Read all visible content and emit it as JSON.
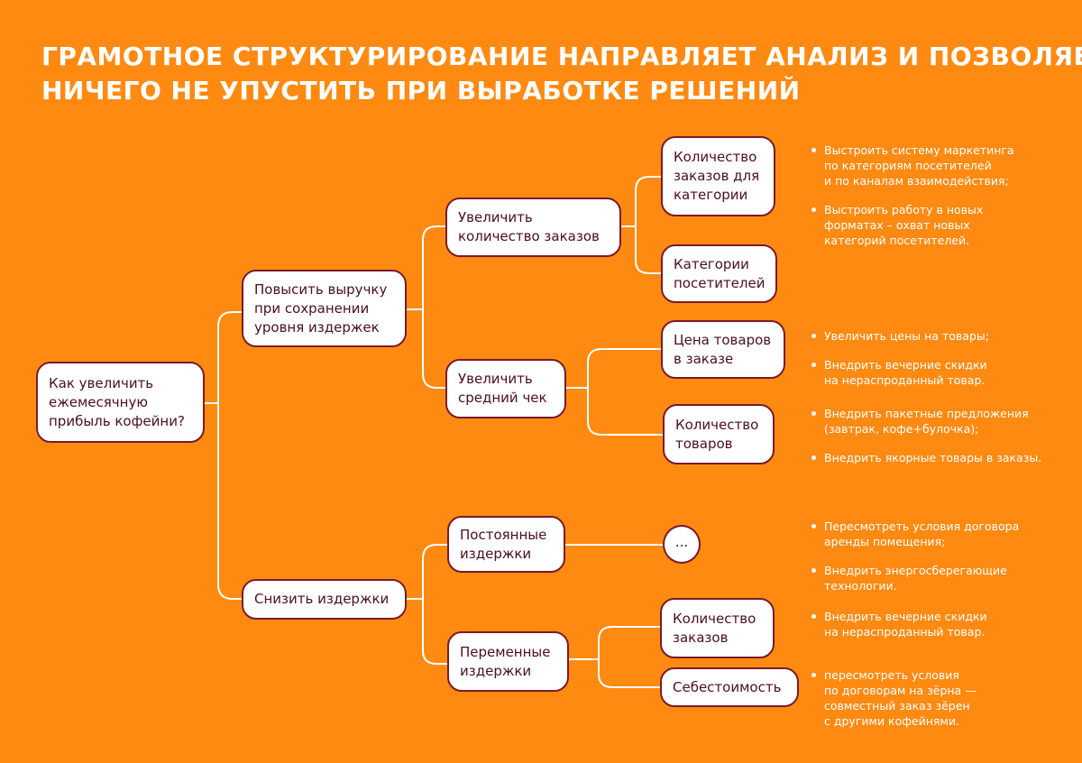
{
  "title": {
    "line1": "ГРАМОТНОЕ СТРУКТУРИРОВАНИЕ НАПРАВЛЯЕТ АНАЛИЗ И ПОЗВОЛЯЕТ",
    "line2": "НИЧЕГО НЕ УПУСТИТЬ ПРИ ВЫРАБОТКЕ РЕШЕНИЙ"
  },
  "nodes": {
    "root": "Как увеличить\nежемесячную\nприбыль кофейни?",
    "revenue": "Повысить выручку\nпри сохранении\nуровня издержек",
    "costs": "Снизить издержки",
    "orders_count": "Увеличить\nколичество заказов",
    "avg_check": "Увеличить\nсредний чек",
    "fixed_costs": "Постоянные\nиздержки",
    "variable_costs": "Переменные\nиздержки",
    "orders_per_category": "Количество\nзаказов для\nкатегории",
    "visitor_categories": "Категории\nпосетителей",
    "item_price": "Цена товаров\nв заказе",
    "items_count": "Количество\nтоваров",
    "fixed_more": "...",
    "var_orders_count": "Количество\nзаказов",
    "cost_price": "Себестоимость"
  },
  "notes": {
    "orders_per_category": [
      "Выстроить систему маркетинга\nпо категориям посетителей\nи по каналам взаимодействия;",
      "Выстроить работу в новых\nформатах – охват новых\nкатегорий посетителей."
    ],
    "item_price": [
      "Увеличить цены на товары;",
      "Внедрить вечерние скидки\nна нераспроданный товар."
    ],
    "items_count": [
      "Внедрить пакетные предложения\n(завтрак, кофе+булочка);",
      "Внедрить якорные товары в заказы."
    ],
    "fixed_costs": [
      "Пересмотреть условия договора\nаренды помещения;",
      "Внедрить энергосберегающие\nтехнологии."
    ],
    "var_orders_count": [
      "Внедрить вечерние скидки\nна нераспроданный товар."
    ],
    "cost_price": [
      "пересмотреть условия\nпо договорам на зёрна —\nсовместный заказ зёрен\nс другими кофейнями."
    ]
  }
}
